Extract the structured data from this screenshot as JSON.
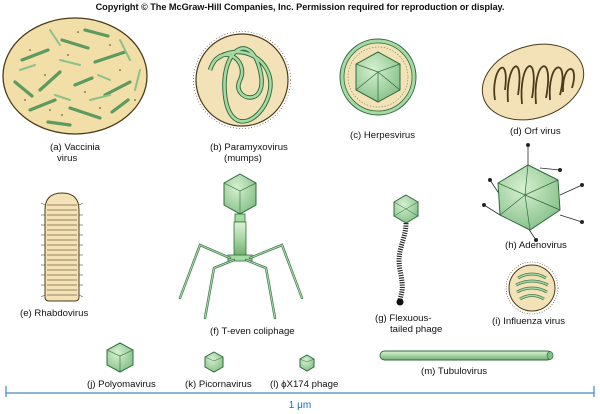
{
  "copyright": "Copyright © The McGraw-Hill Companies, Inc. Permission required for reproduction or display.",
  "colors": {
    "virus_fill": "#a6d9a6",
    "virus_stroke": "#2f6b3a",
    "capsule_fill": "#f3e2b8",
    "scale": "#1a6fb5"
  },
  "labels": {
    "a1": "(a) Vaccinia",
    "a2": "virus",
    "b1": "(b) Paramyxovirus",
    "b2": "(mumps)",
    "c": "(c) Herpesvirus",
    "d": "(d) Orf virus",
    "e": "(e) Rhabdovirus",
    "f": "(f) T-even coliphage",
    "g1": "(g) Flexuous-",
    "g2": "tailed phage",
    "h": "(h) Adenovirus",
    "i": "(i) Influenza virus",
    "j": "(j) Polyomavirus",
    "k": "(k) Picornavirus",
    "l": "(l) ϕX174 phage",
    "m": "(m) Tubulovirus"
  },
  "scale_bar": {
    "label": "1 μm"
  }
}
